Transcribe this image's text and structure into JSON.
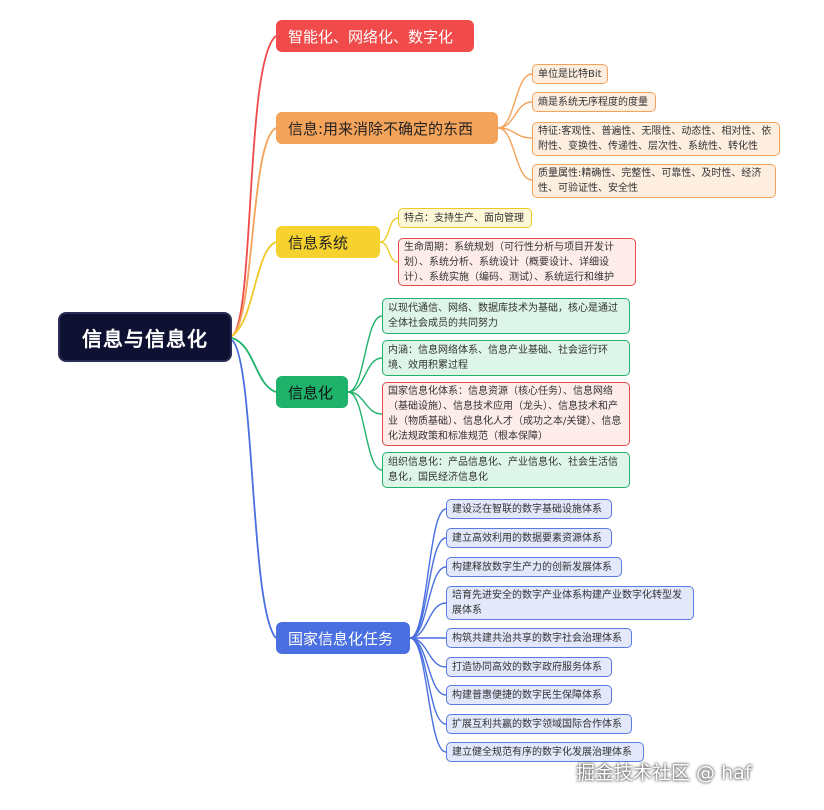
{
  "root": "信息与信息化",
  "branches": [
    {
      "label": "智能化、网络化、数字化",
      "color": "#f04a4a",
      "children": []
    },
    {
      "label": "信息:用来消除不确定的东西",
      "color": "#f4a35b",
      "children": [
        "单位是比特Bit",
        "熵是系统无序程度的度量",
        "特征:客观性、普遍性、无限性、动态性、相对性、依附性、变换性、传递性、层次性、系统性、转化性",
        "质量属性:精确性、完整性、可靠性、及时性、经济性、可验证性、安全性"
      ]
    },
    {
      "label": "信息系统",
      "color": "#f0c928",
      "children": [
        "特点：支持生产、面向管理",
        "生命周期：系统规划（可行性分析与项目开发计划）、系统分析、系统设计（概要设计、详细设计）、系统实施（编码、测试）、系统运行和维护"
      ]
    },
    {
      "label": "信息化",
      "color": "#1fb26b",
      "children": [
        "以现代通信、网络、数据库技术为基础，核心是通过全体社会成员的共同努力",
        "内涵：信息网络体系、信息产业基础、社会运行环境、效用积累过程",
        "国家信息化体系：信息资源（核心任务）、信息网络（基础设施）、信息技术应用（龙头）、信息技术和产业（物质基础）、信息化人才（成功之本/关键）、信息化法规政策和标准规范（根本保障）",
        "组织信息化：产品信息化、产业信息化、社会生活信息化，国民经济信息化"
      ]
    },
    {
      "label": "国家信息化任务",
      "color": "#4a6fe0",
      "children": [
        "建设泛在智联的数字基础设施体系",
        "建立高效利用的数据要素资源体系",
        "构建释放数字生产力的创新发展体系",
        "培育先进安全的数字产业体系构建产业数字化转型发展体系",
        "构筑共建共治共享的数字社会治理体系",
        "打造协同高效的数字政府服务体系",
        "构建普惠便捷的数字民生保障体系",
        "扩展互利共赢的数字领域国际合作体系",
        "建立健全规范有序的数字化发展治理体系"
      ]
    }
  ],
  "watermark": "掘金技术社区 @ haf"
}
